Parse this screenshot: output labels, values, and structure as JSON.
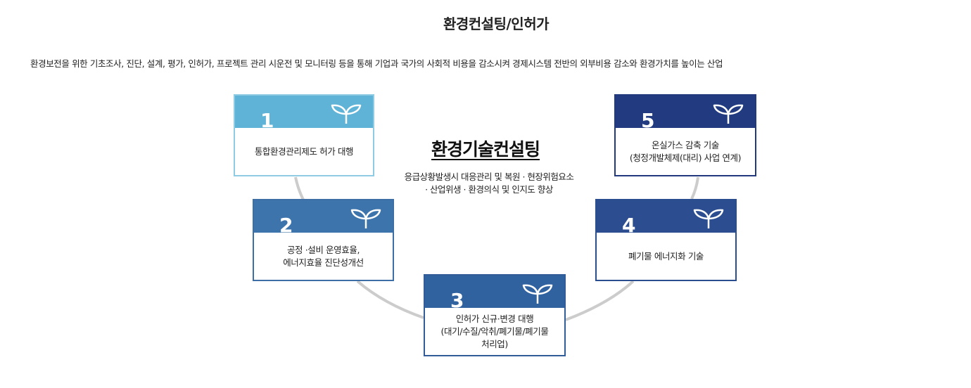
{
  "page": {
    "title": "환경컨설팅/인허가",
    "description": "환경보전을 위한 기초조사, 진단, 설계, 평가, 인허가, 프로젝트 관리 시운전 및 모니터링 등을 통해 기업과 국가의 사회적 비용을 감소시켜 경제시스템 전반의 외부비용 감소와 환경가치를 높이는 산업"
  },
  "center": {
    "title": "환경기술컨설팅",
    "subtitle_line1": "응급상황발생시 대응관리 및 복원 · 현장위험요소",
    "subtitle_line2": "· 산업위생 · 환경의식 및 인지도 향상"
  },
  "cards": [
    {
      "number": "1",
      "line1": "통합환경관리제도 허가 대행",
      "line2": "",
      "line3": ""
    },
    {
      "number": "2",
      "line1": "공정 ·설비 운영효율,",
      "line2": "에너지효율 진단성개선",
      "line3": ""
    },
    {
      "number": "3",
      "line1": "인허가 신규·변경 대행",
      "line2": "(대기/수질/악취/폐기물/폐기물",
      "line3": "처리업)"
    },
    {
      "number": "4",
      "line1": "폐기물 에너지화 기술",
      "line2": "",
      "line3": ""
    },
    {
      "number": "5",
      "line1": "온실가스 감축 기술",
      "line2": "(청정개발체제(대리) 사업 연계)",
      "line3": ""
    }
  ],
  "colors": {
    "card1": "#5fb3d6",
    "card2": "#3d74ac",
    "card3": "#3162a0",
    "card4": "#2c4e90",
    "card5": "#223b80",
    "arc": "#cccccc"
  },
  "icons": {
    "card_icon": "sprout-icon"
  }
}
